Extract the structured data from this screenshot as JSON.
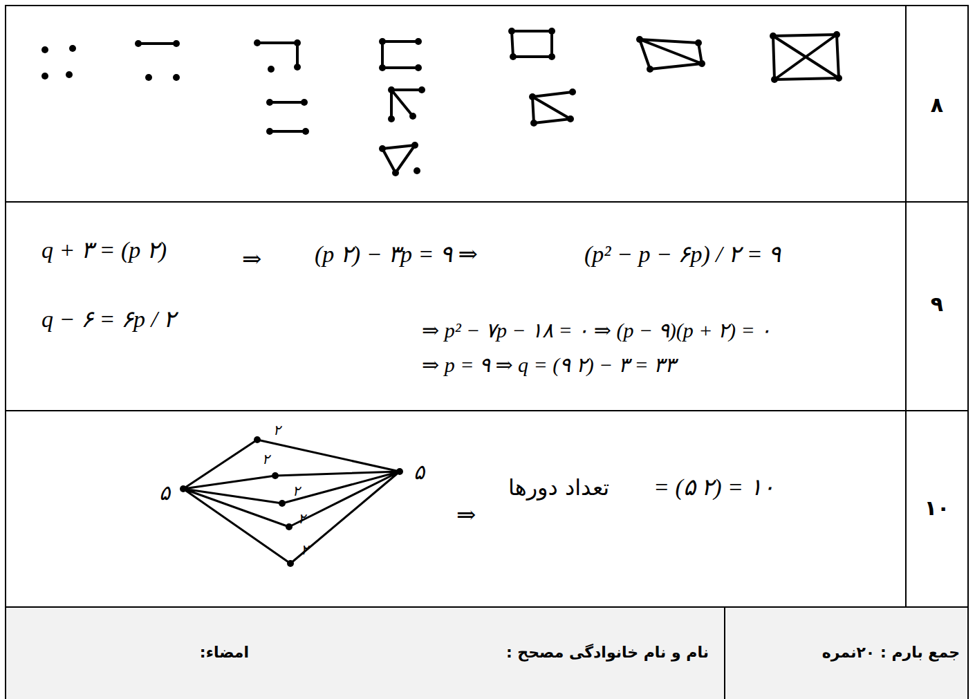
{
  "diagram": {
    "labels": [
      "۸",
      "۹",
      "۱۰",
      "q + ۳ = (p ۲)",
      "⇒",
      "(p ۲) − ۳p = ۹ ⇒",
      "(p² − p − ۶p) / ۲ = ۹",
      "q − ۶ = ۶p / ۲",
      "⇒ p² − ۷p − ۱۸ = ۰ ⇒ (p − ۹)(p + ۲) = ۰",
      "⇒ p = ۹ ⇒ q = (۹ ۲) − ۳ = ۳۳",
      "۵",
      "۵",
      "۲",
      "۲",
      "۲",
      "۲",
      "۲",
      "⇒",
      "تعداد دورها",
      "= (۵ ۲) = ۱۰",
      "جمع بارم : ۲۰نمره",
      "نام و نام خانوادگی مصحح :",
      "امضاء:"
    ]
  }
}
